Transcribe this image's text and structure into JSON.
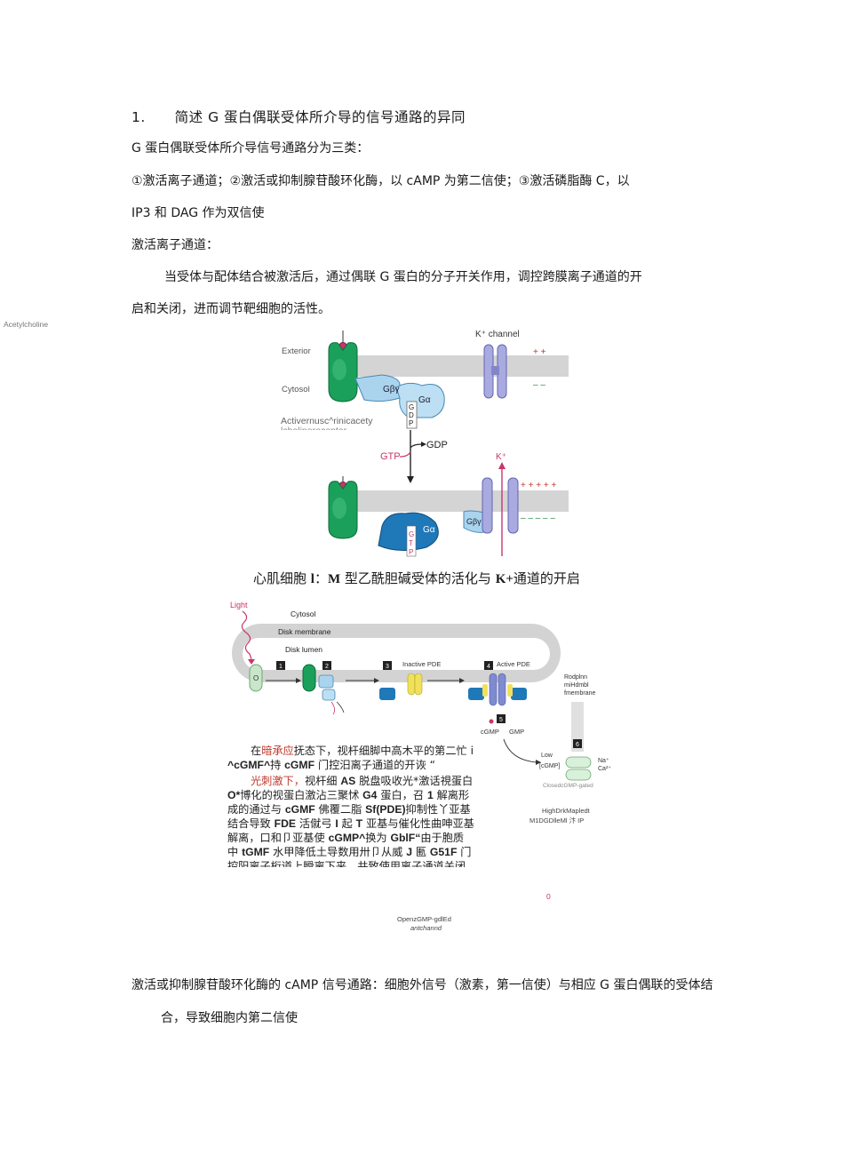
{
  "heading": {
    "number": "1.",
    "title": "简述 G 蛋白偶联受体所介导的信号通路的异同"
  },
  "paragraphs": {
    "p1": "G 蛋白偶联受体所介导信号通路分为三类：",
    "p2": "①激活离子通道；②激活或抑制腺苷酸环化酶，以 cAMP 为第二信使；③激活磷脂酶 C，以",
    "p3": "IP3 和 DAG 作为双信使",
    "p4": "激活离子通道：",
    "p5": "当受体与配体结合被激活后，通过偶联 G 蛋白的分子开关作用，调控跨膜离子通道的开",
    "p6": "启和关闭，进而调节靶细胞的活性。",
    "p7": "激活或抑制腺苷酸环化酶的 cAMP 信号通路：细胞外信号（激素，第一信使）与相应 G 蛋白偶联的受体结",
    "p8": "合，导致细胞内第二信使"
  },
  "figure1": {
    "side_label": "Acetylcholine",
    "exterior": "Exterior",
    "cytosol": "Cytosol",
    "k_channel": "K⁺ channel",
    "g_beta_gamma": "Gβγ",
    "g_alpha": "Gα",
    "gdp_letters": [
      "G",
      "D",
      "P"
    ],
    "gtp_letters": [
      "G",
      "T",
      "P"
    ],
    "gtp": "GTP",
    "gdp": "GDP",
    "k_plus": "K⁺",
    "receptor_label_line1": "Activernusc^rinicacety",
    "receptor_label_line2": "lcholinereceptor",
    "charges_top": "+ +",
    "charges_top_neg": "– –",
    "charges_bottom": "+ + + + +",
    "charges_bottom_neg": "– – – – –"
  },
  "caption1": {
    "pre": "心肌细胞 ",
    "b1": "l",
    "mid1": "：",
    "b2": "M",
    "mid2": " 型乙酰胆碱受体的活化与 ",
    "b3": "K+",
    "post": "通道的开启"
  },
  "figure2": {
    "light": "Light",
    "cytosol": "Cytosol",
    "disk_membrane": "Disk membrane",
    "disk_lumen": "Disk lumen",
    "steps": [
      "1",
      "2",
      "3",
      "4",
      "5",
      "6"
    ],
    "o_label": "O",
    "inactive_pde": "Inactive\nPDE",
    "active_pde": "Active\nPDE",
    "cgmp": "cGMP",
    "gmp": "GMP",
    "right_label": "Rodplnn\nmiHdmbl\nfmembrane",
    "low": "Low",
    "low2": "[cGMP]",
    "na_ca": "Na⁺\nCa²⁺",
    "closed": "ClosedcGMP-gated",
    "high_label1": "HighDrkMapledt",
    "high_label2": "M1DGDlleMl 汴 IP",
    "open_mark": "0",
    "open_label1": "OpenzGMP-gdlEd",
    "open_label2": "antchannd"
  },
  "overlay": {
    "l1_pre": "在",
    "l1_red": "暗承应",
    "l1_post": "抚态下，视杆细脚中高木平的第二忙 i",
    "l2a": "^cGMF^",
    "l2b": "持 ",
    "l2c": "cGMF",
    "l2d": " 门控汨离子通道的开诙 “",
    "l3_red": "光刺激下，",
    "l3_a": "视杆细 ",
    "l3_b": "AS",
    "l3_c": " 脱盘吸收光*激话視蛋白",
    "l4_a": "O*",
    "l4_b": "博化的视蛋白激沾三聚怵 ",
    "l4_c": "G4",
    "l4_d": " 蛋白，召 ",
    "l4_e": "1",
    "l4_f": " 解离形",
    "l5_a": "成的通过与 ",
    "l5_b": "cGMF",
    "l5_c": " 佛覆二脂 ",
    "l5_d": "Sf(PDE)",
    "l5_e": "抑制性丫亚基",
    "l6_a": "结合导致 ",
    "l6_b": "FDE",
    "l6_c": " 活僦弓 ",
    "l6_d": "I",
    "l6_e": " 起 ",
    "l6_f": "T",
    "l6_g": " 亚基与催化性曲呻亚基",
    "l7_a": "解离，口和卩亚基使 ",
    "l7_b": "cGMP^",
    "l7_c": "换为 ",
    "l7_d": "GblF“",
    "l7_e": "由于胞质",
    "l8_a": "中 ",
    "l8_b": "tGMF",
    "l8_c": " 水甲降低土导数用卅卩从威 ",
    "l8_d": "J",
    "l8_e": " 匭 ",
    "l8_f": "G51F",
    "l8_g": " 门",
    "l9": "控阳离子桁道上瞬离下来，共致使用离子通道关闭"
  }
}
